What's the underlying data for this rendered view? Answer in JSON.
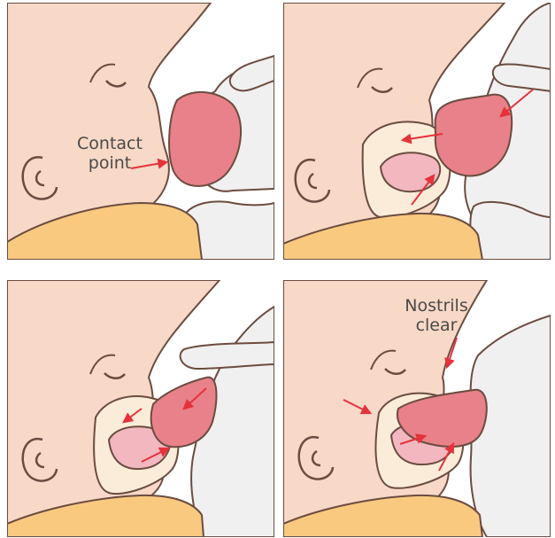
{
  "labels": {
    "contact_point": "Contact\npoint",
    "nostrils_clear": "Nostrils\nclear"
  },
  "colors": {
    "skin": "#f8d8c6",
    "outline": "#6b4c40",
    "breast": "#f1f0f0",
    "nipple": "#e8818a",
    "mouth_inner": "#fbecd9",
    "tongue": "#f2b7bf",
    "blanket": "#f9c97f",
    "arrow": "#e5323b"
  },
  "panels": [
    {
      "id": "p1",
      "step": 1
    },
    {
      "id": "p2",
      "step": 2
    },
    {
      "id": "p3",
      "step": 3
    },
    {
      "id": "p4",
      "step": 4
    }
  ]
}
